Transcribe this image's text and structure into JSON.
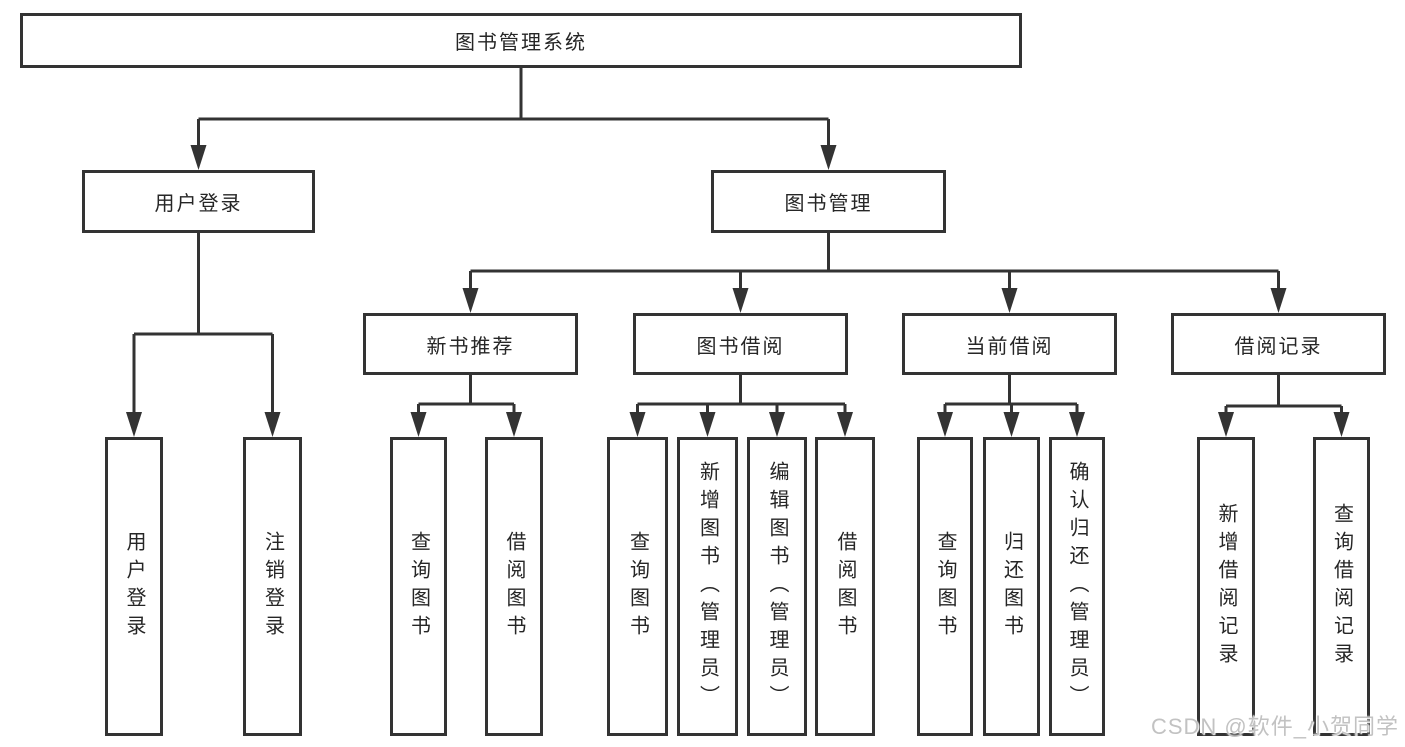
{
  "tree": {
    "root": {
      "label": "图书管理系统",
      "children": [
        {
          "label": "用户登录",
          "children": [
            {
              "label": "用户登录"
            },
            {
              "label": "注销登录"
            }
          ]
        },
        {
          "label": "图书管理",
          "children": [
            {
              "label": "新书推荐",
              "children": [
                {
                  "label": "查询图书"
                },
                {
                  "label": "借阅图书"
                }
              ]
            },
            {
              "label": "图书借阅",
              "children": [
                {
                  "label": "查询图书"
                },
                {
                  "label": "新增图书（管理员）"
                },
                {
                  "label": "编辑图书（管理员）"
                },
                {
                  "label": "借阅图书"
                }
              ]
            },
            {
              "label": "当前借阅",
              "children": [
                {
                  "label": "查询图书"
                },
                {
                  "label": "归还图书"
                },
                {
                  "label": "确认归还（管理员）"
                }
              ]
            },
            {
              "label": "借阅记录",
              "children": [
                {
                  "label": "新增借阅记录"
                },
                {
                  "label": "查询借阅记录"
                }
              ]
            }
          ]
        }
      ]
    }
  },
  "watermark": {
    "text": "CSDN @软件_小贺同学"
  },
  "colors": {
    "line": "#333333",
    "box_border": "#333333",
    "text": "#262626",
    "watermark": "#c2c2c2",
    "background": "#ffffff"
  }
}
